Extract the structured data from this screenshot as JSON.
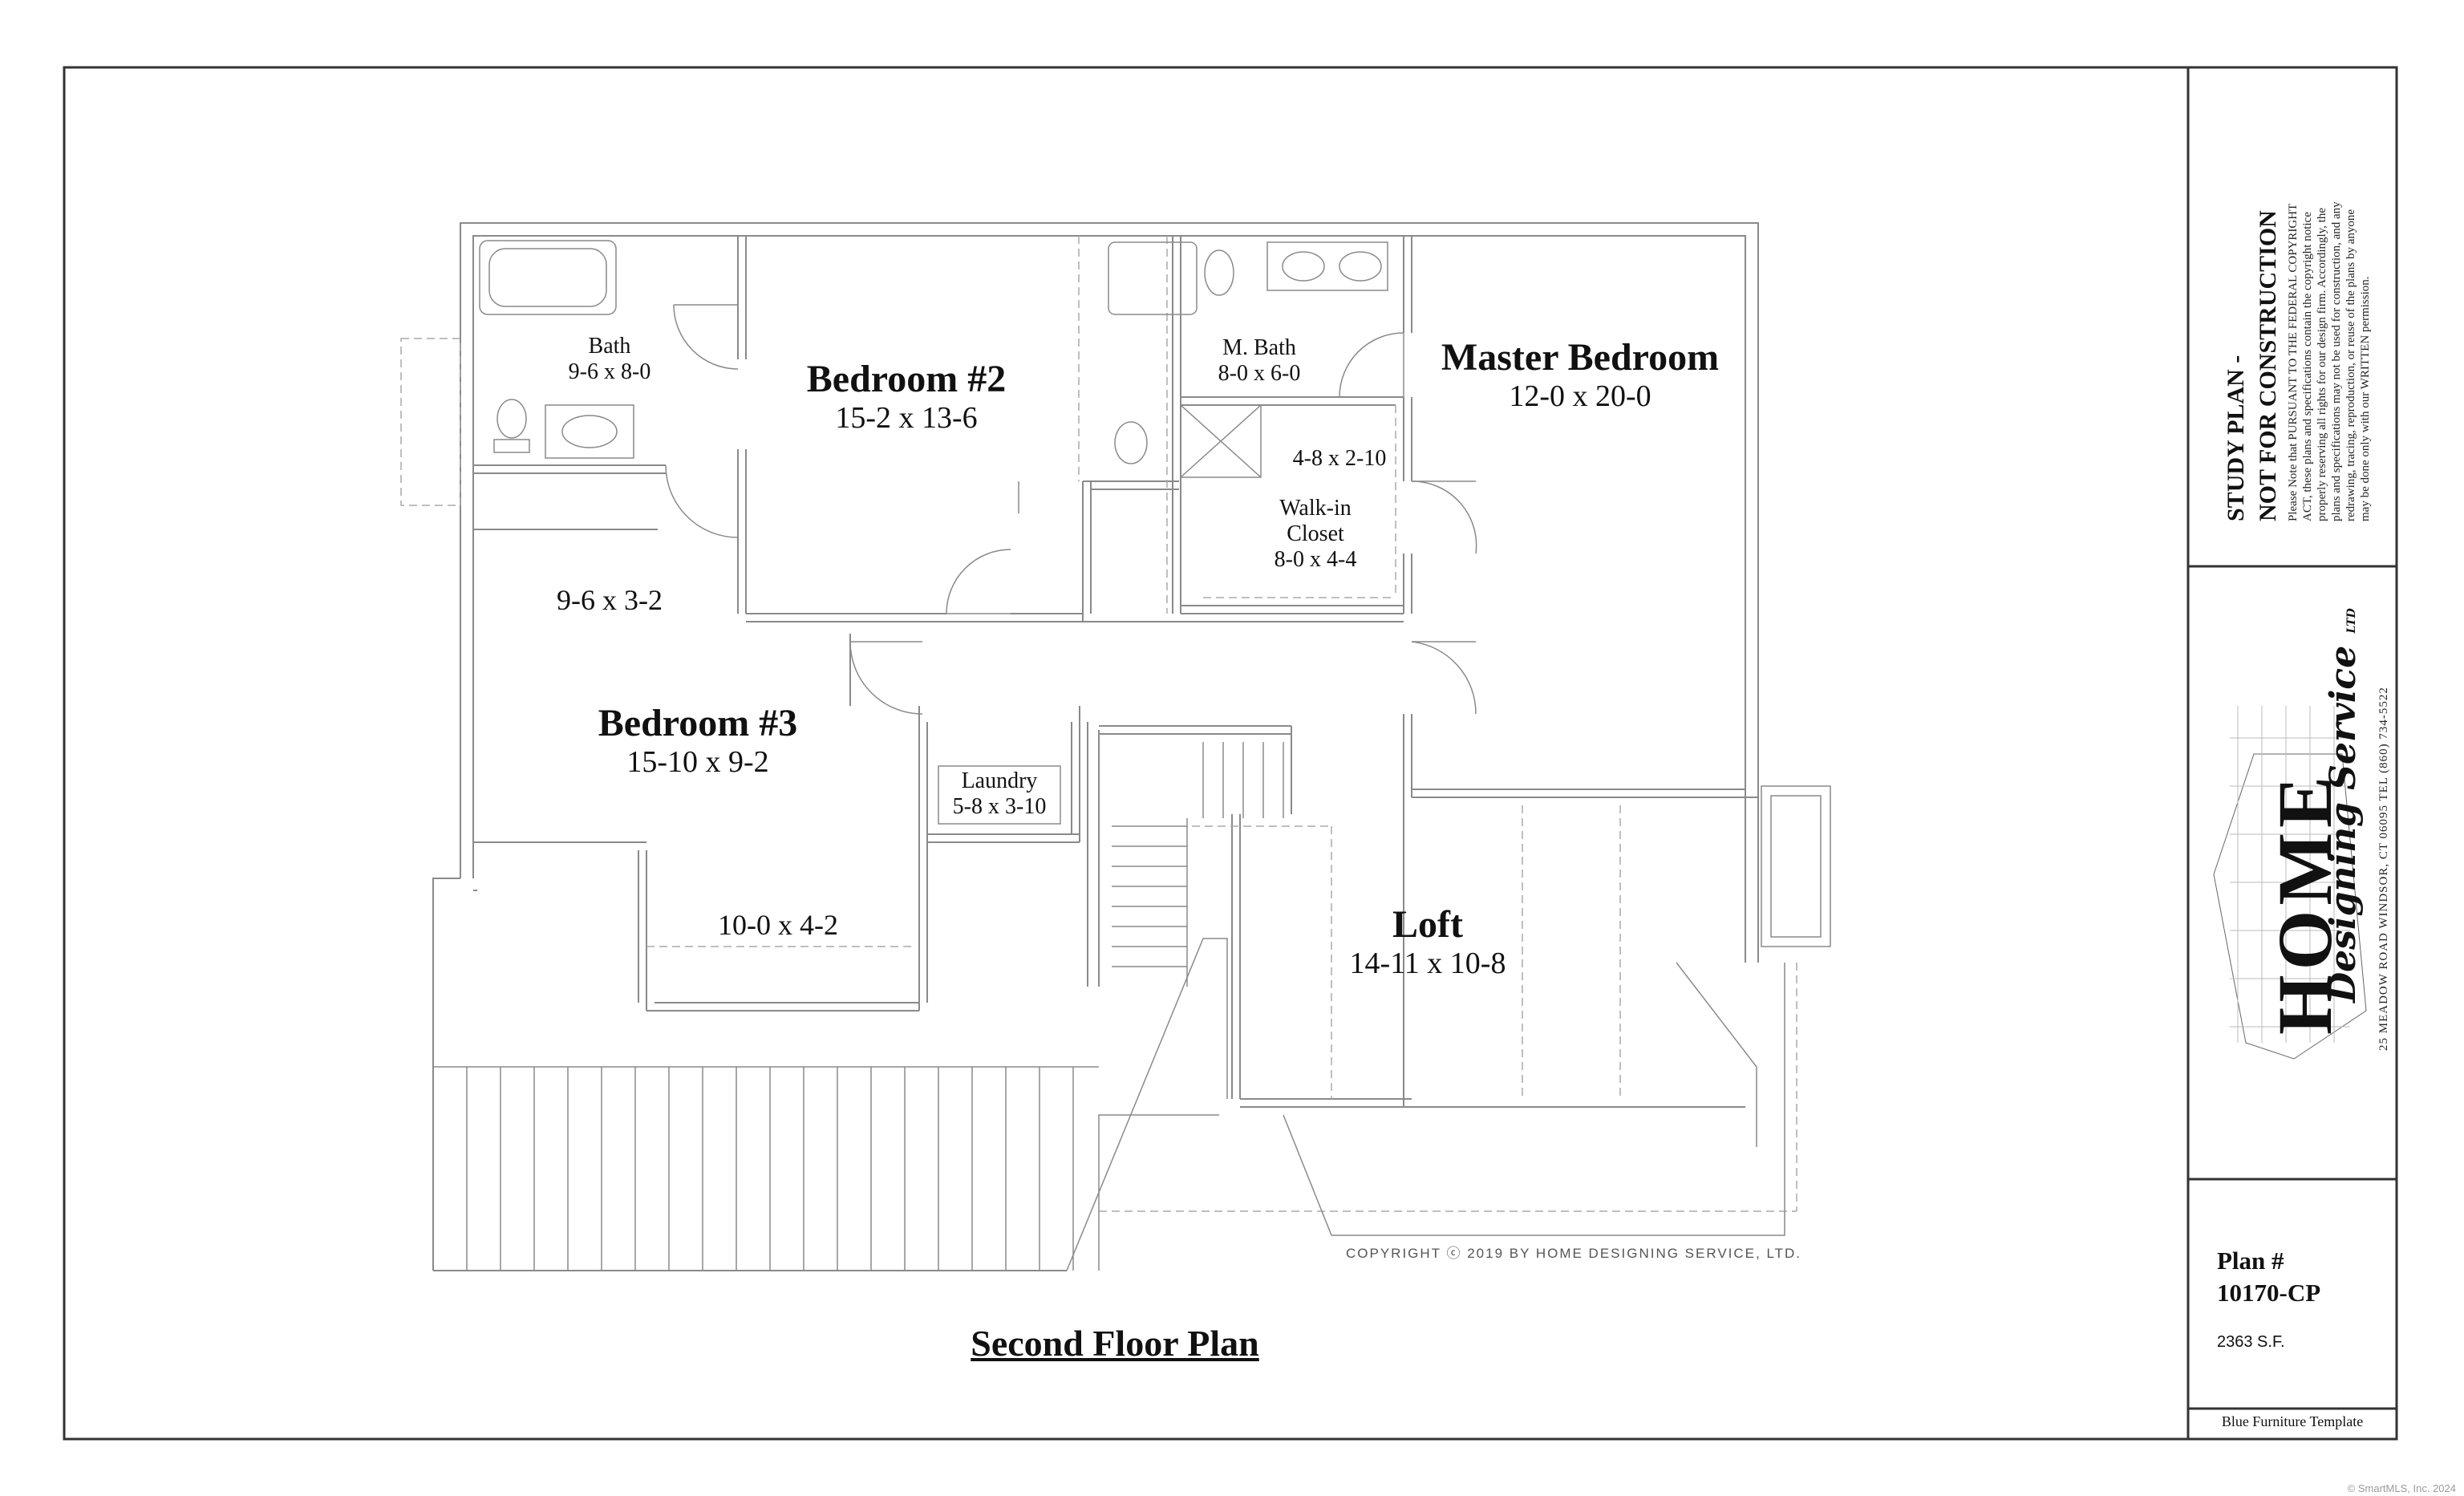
{
  "plan_title": "Second Floor Plan",
  "copyright_line": "COPYRIGHT ⓒ 2019 BY HOME DESIGNING SERVICE, LTD.",
  "rooms": {
    "bath": {
      "name": "Bath",
      "dims": "9-6 x 8-0"
    },
    "bedroom2": {
      "name": "Bedroom #2",
      "dims": "15-2 x 13-6"
    },
    "mbath": {
      "name": "M. Bath",
      "dims": "8-0 x 6-0"
    },
    "master": {
      "name": "Master Bedroom",
      "dims": "12-0 x 20-0"
    },
    "shower": {
      "dims": "4-8 x 2-10"
    },
    "walkin": {
      "line1": "Walk-in",
      "line2": "Closet",
      "dims": "8-0 x 4-4"
    },
    "hall_closet": {
      "dims": "9-6 x 3-2"
    },
    "bedroom3": {
      "name": "Bedroom #3",
      "dims": "15-10 x 9-2"
    },
    "laundry": {
      "name": "Laundry",
      "dims": "5-8 x 3-10"
    },
    "closet3": {
      "dims": "10-0 x 4-2"
    },
    "loft": {
      "name": "Loft",
      "dims": "14-11 x 10-8"
    }
  },
  "title_block": {
    "study_line1": "STUDY PLAN -",
    "study_line2": "NOT FOR CONSTRUCTION",
    "notice": [
      "Please Note that PURSUANT TO THE FEDERAL COPYRIGHT",
      "ACT, these plans and specifications contain the copyright notice",
      "properly reserving all rights for our design firm. Accordingly, the",
      "plans and specifications may not be used for construction, and any",
      "redrawing, tracing, reproduction, or reuse of the plans by anyone",
      "may be done only with our WRITTEN permission."
    ],
    "logo_text": "HOME",
    "logo_script": "Designing Service",
    "logo_ltd": "LTD",
    "address": "25 MEADOW ROAD   WINDSOR, CT 06095   TEL (860) 734-5522",
    "plan_label": "Plan #",
    "plan_number": "10170-CP",
    "area": "2363 S.F.",
    "template": "Blue Furniture Template"
  },
  "watermark": "© SmartMLS, Inc. 2024"
}
